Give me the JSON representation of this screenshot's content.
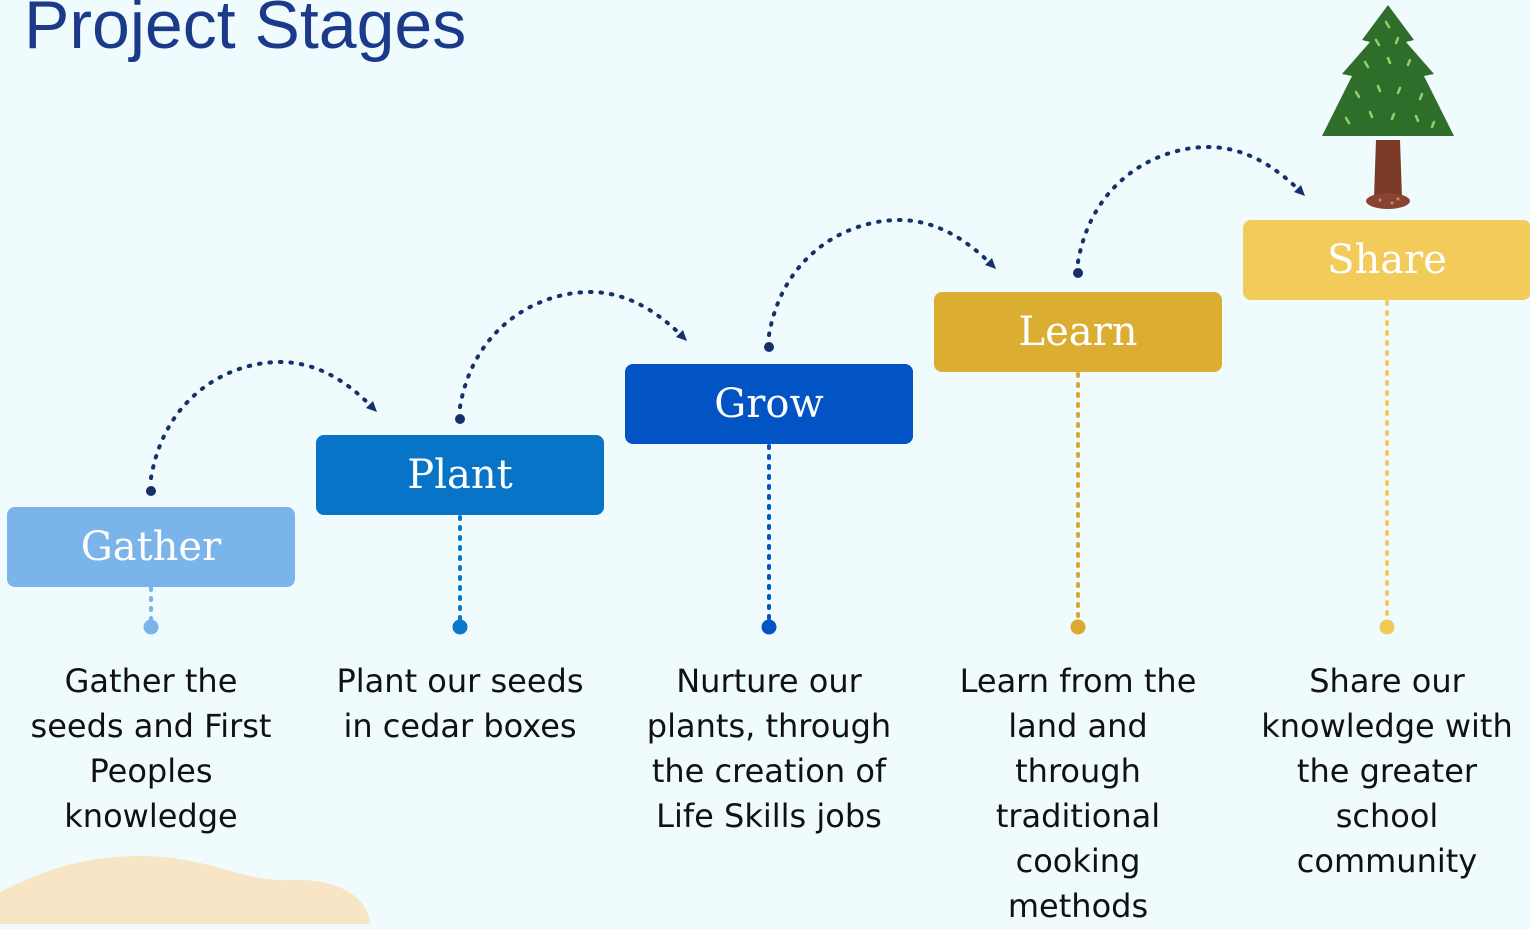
{
  "title": "Project Stages",
  "stages": [
    {
      "label": "Gather",
      "color": "#7bb4ea",
      "dot_color": "#7bb4ea",
      "description": "Gather the seeds and First Peoples knowledge"
    },
    {
      "label": "Plant",
      "color": "#0874c8",
      "dot_color": "#0a78c8",
      "description": "Plant our seeds in cedar boxes"
    },
    {
      "label": "Grow",
      "color": "#0254c4",
      "dot_color": "#0254c4",
      "description": "Nurture our plants, through the creation of Life Skills jobs"
    },
    {
      "label": "Learn",
      "color": "#dbae33",
      "dot_color": "#dba832",
      "description": "Learn from the land and through traditional cooking methods"
    },
    {
      "label": "Share",
      "color": "#f3cb5b",
      "dot_color": "#f3ca58",
      "description": "Share our knowledge with the greater school community"
    }
  ],
  "icons": {
    "tree": "tree-icon"
  },
  "colors": {
    "background": "#effbfd",
    "title": "#1b3a8a",
    "arrow": "#16306b"
  }
}
